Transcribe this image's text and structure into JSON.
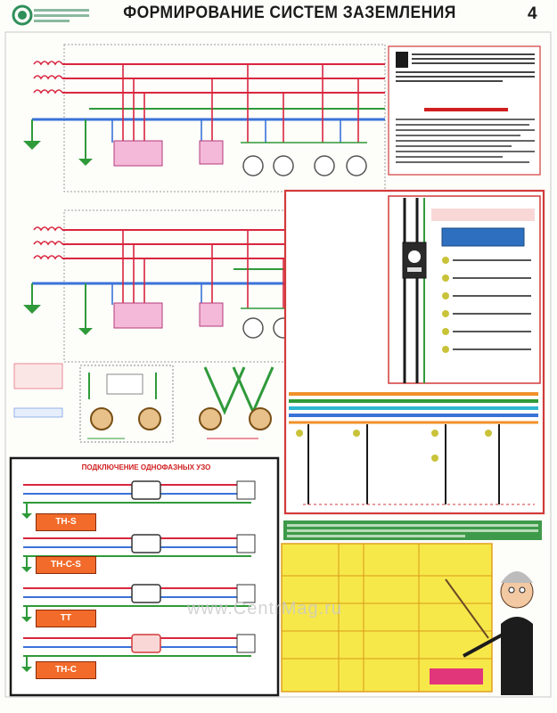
{
  "header": {
    "title": "ФОРМИРОВАНИЕ СИСТЕМ ЗАЗЕМЛЕНИЯ",
    "sheet_number": "4"
  },
  "sections": {
    "single_phase_title": "ПОДКЛЮЧЕНИЕ ОДНОФАЗНЫХ УЗО",
    "consumer_tags": [
      "ТН-S",
      "ТН-С-S",
      "ТТ",
      "ТН-С"
    ]
  },
  "watermark": "www.CentrMag.ru",
  "colors": {
    "frame_red": "#d23a3a",
    "frame_black": "#1a1a1a",
    "phase_red": "#d9263f",
    "neutral_blue": "#3a72d8",
    "pe_green": "#2f9a3a",
    "tag_orange": "#f26b2a",
    "panel_green": "#3e9a4a",
    "table_yellow": "#f7e84a",
    "logo_green": "#2f8f5a"
  },
  "icons": [
    "company-logo-icon",
    "lecturer-figure-icon",
    "electric-meter-icon"
  ]
}
